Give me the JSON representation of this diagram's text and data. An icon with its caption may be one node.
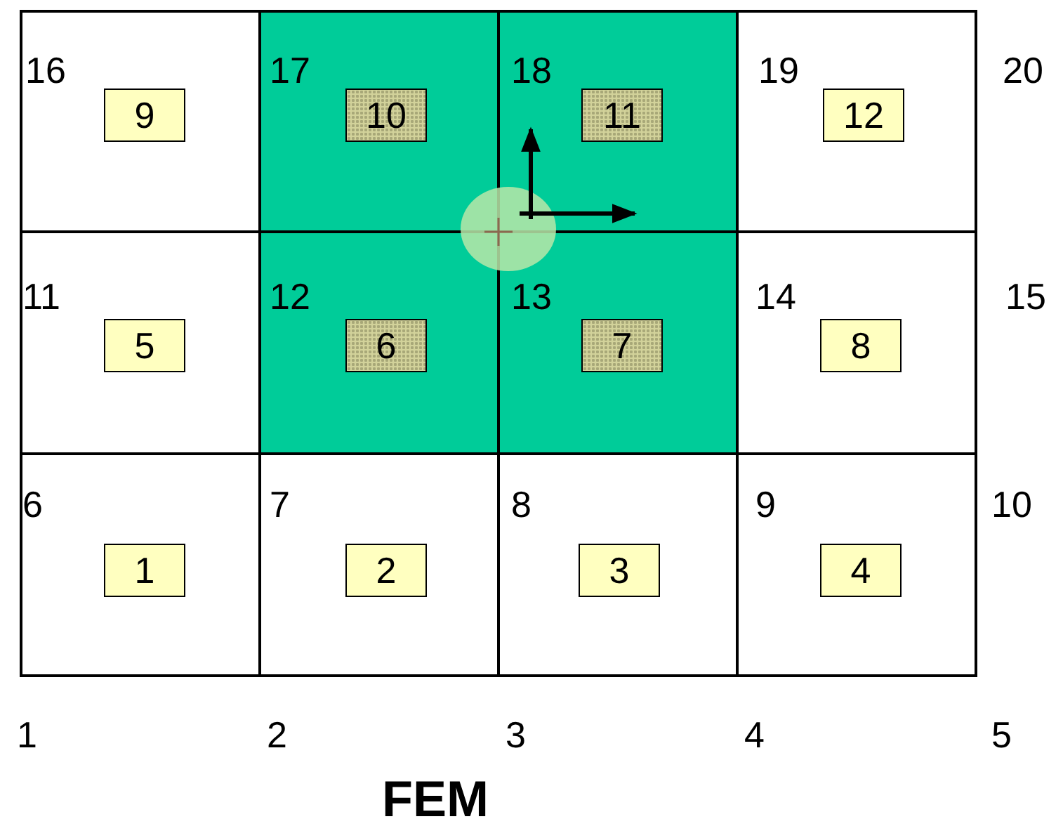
{
  "diagram": {
    "title": "FEM",
    "nodes": [
      {
        "text": [
          "9"
        ]
      },
      {
        "text": [
          "10"
        ]
      },
      {
        "text": [
          "11"
        ]
      },
      {
        "text": [
          "12"
        ]
      },
      {
        "text": [
          "5"
        ]
      },
      {
        "text": [
          "6"
        ]
      },
      {
        "text": [
          "7"
        ]
      },
      {
        "text": [
          "8"
        ]
      },
      {
        "text": [
          "1"
        ]
      },
      {
        "text": [
          "2"
        ]
      },
      {
        "text": [
          "3"
        ]
      },
      {
        "text": [
          "4"
        ]
      }
    ],
    "labels": [
      "16",
      "17",
      "18",
      "19",
      "20",
      "11",
      "12",
      "13",
      "14",
      "15",
      "6",
      "7",
      "8",
      "9",
      "10",
      "1",
      "2",
      "3",
      "4",
      "5"
    ]
  }
}
